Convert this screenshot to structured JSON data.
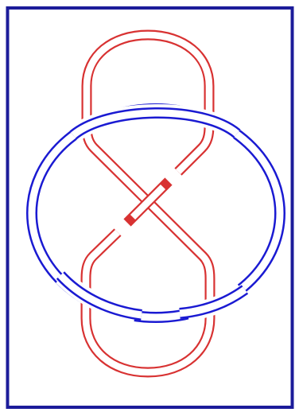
{
  "diagram": {
    "type": "knot-diagram",
    "strands": [
      {
        "name": "figure-eight-strand",
        "color": "#d83232"
      },
      {
        "name": "ellipse-strand",
        "color": "#1a1ad2"
      }
    ],
    "frame_color": "#1c1c9a",
    "gap_color": "#ffffff",
    "background": "#ffffff"
  }
}
